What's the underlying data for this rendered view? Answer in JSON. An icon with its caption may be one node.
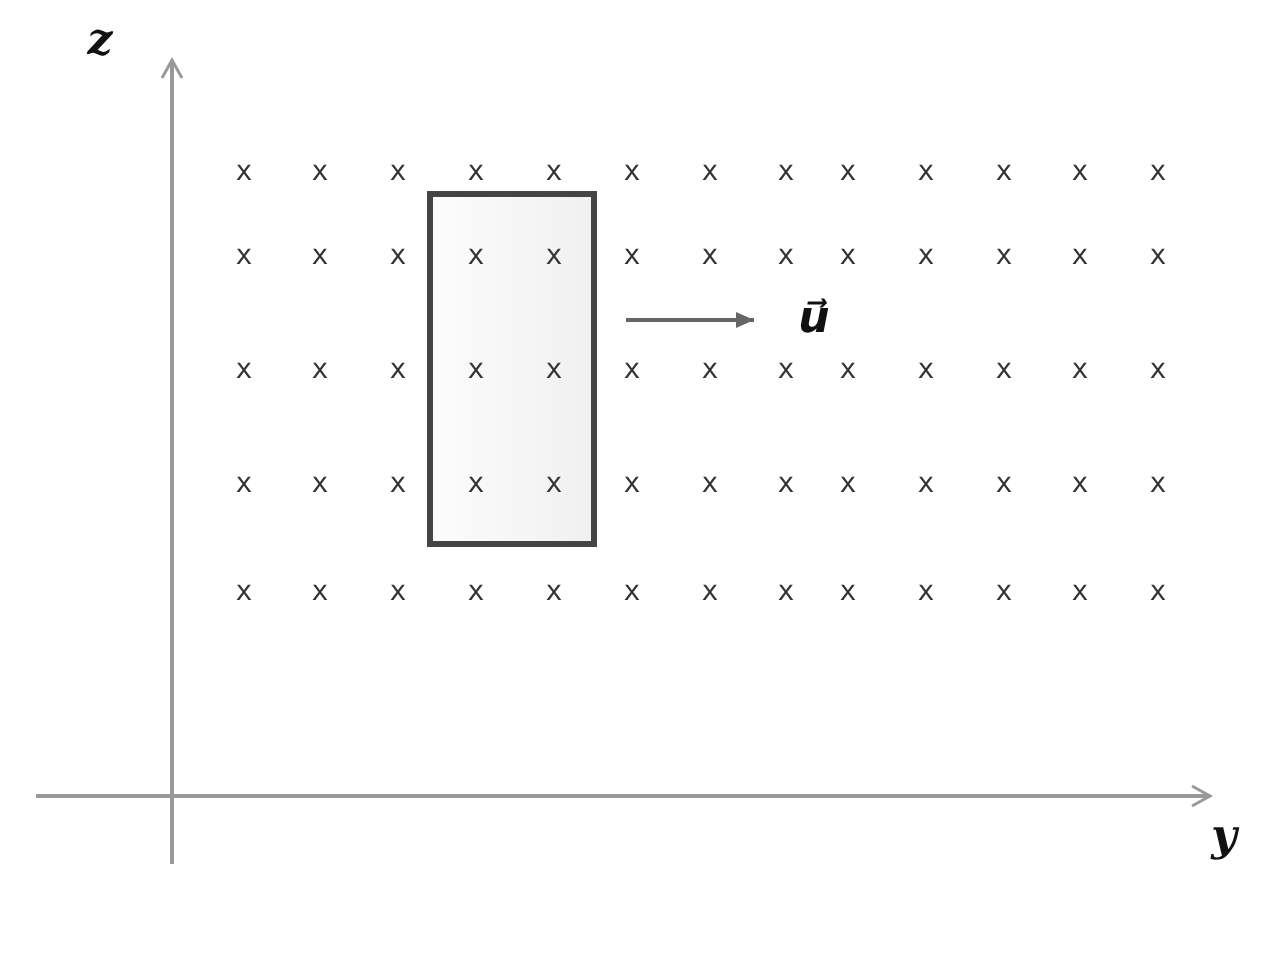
{
  "diagram": {
    "labels": [
      "z",
      "x",
      "x",
      "x",
      "x",
      "x",
      "x",
      "x",
      "x",
      "x",
      "x",
      "x",
      "x",
      "x",
      "x",
      "x",
      "x",
      "x",
      "x",
      "x",
      "x",
      "x",
      "x",
      "x",
      "x",
      "x",
      "x",
      "u⃗",
      "x",
      "x",
      "x",
      "x",
      "x",
      "x",
      "x",
      "x",
      "x",
      "x",
      "x",
      "x",
      "x",
      "x",
      "x",
      "x",
      "x",
      "x",
      "x",
      "x",
      "x",
      "x",
      "x",
      "x",
      "x",
      "x",
      "x",
      "x",
      "x",
      "x",
      "x",
      "x",
      "x",
      "x",
      "x",
      "x",
      "x",
      "x",
      "x",
      "y"
    ]
  }
}
